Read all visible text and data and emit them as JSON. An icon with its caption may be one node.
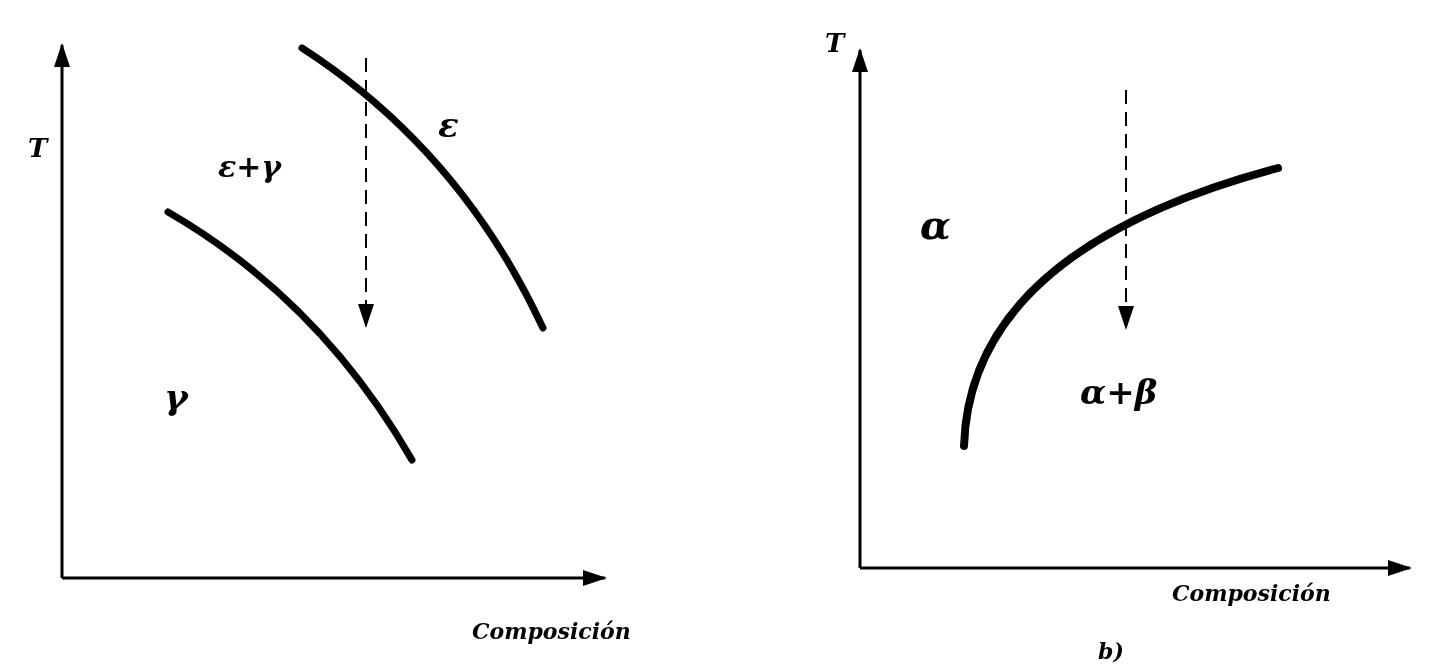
{
  "diagram": {
    "labels": [
      "T",
      "ε",
      "ε+γ",
      "γ",
      "Composición",
      "T",
      "α",
      "α+β",
      "Composición",
      "b)"
    ]
  }
}
